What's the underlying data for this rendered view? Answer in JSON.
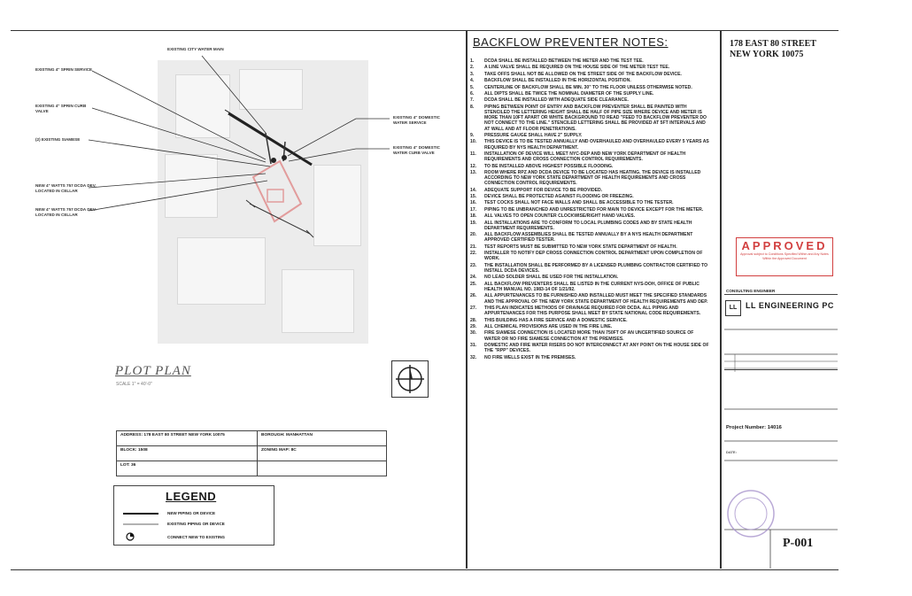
{
  "plot_plan": {
    "title": "PLOT PLAN",
    "scale": "SCALE 1\" = 40'-0\"",
    "callouts": {
      "city_water_main": "EXISTING CITY WATER MAIN",
      "sprinkler_service": "EXISTING 4\" SPRIN SERVICE",
      "sprinkler_curb_valve": "EXISTING 4\" SPRIN CURB VALVE",
      "siamese": "(2) EXISTING SIAMESE",
      "new_watts_1": "NEW 4\" WATTS 757 DCDA DEV. LOCATED IN CELLAR",
      "new_watts_2": "NEW 4\" WATTS 757 DCDA DEV. LOCATED IN CELLAR",
      "domestic_service": "EXISTING 4\" DOMESTIC WATER SERVICE",
      "domestic_curb_valve": "EXISTING 4\" DOMESTIC WATER CURB VALVE"
    }
  },
  "address_table": {
    "address_label": "ADDRESS:",
    "address_value": "178 EAST 80 STREET NEW YORK 10075",
    "borough": "BOROUGH: MANHATTAN",
    "block": "BLOCK: 1508",
    "zoning": "ZONING MAP: 8C",
    "lot": "LOT: 36"
  },
  "legend": {
    "title": "LEGEND",
    "items": [
      "NEW PIPING OR DEVICE",
      "EXISTING PIPING OR DEVICE",
      "CONNECT NEW TO EXISTING"
    ]
  },
  "notes": {
    "title": "BACKFLOW PREVENTER NOTES:",
    "items": [
      {
        "num": "1.",
        "text": "DCDA SHALL BE INSTALLED BETWEEN THE METER AND THE TEST TEE."
      },
      {
        "num": "2.",
        "text": "A LINE VALVE SHALL BE REQUIRED ON THE HOUSE SIDE OF THE METER TEST TEE."
      },
      {
        "num": "3.",
        "text": "TAKE OFFS SHALL NOT BE ALLOWED ON THE STREET SIDE OF THE BACKFLOW DEVICE."
      },
      {
        "num": "4.",
        "text": "BACKFLOW SHALL BE INSTALLED IN THE HORIZONTAL POSITION."
      },
      {
        "num": "5.",
        "text": "CENTERLINE OF BACKFLOW SHALL BE MIN. 30\" TO THE FLOOR UNLESS OTHERWISE NOTED."
      },
      {
        "num": "6.",
        "text": "ALL DIPTS SHALL BE TWICE THE NOMINAL DIAMETER OF THE SUPPLY LINE."
      },
      {
        "num": "7.",
        "text": "DCDA SHALL BE INSTALLED WITH ADEQUATE SIDE CLEARANCE."
      },
      {
        "num": "8.",
        "text": "PIPING BETWEEN POINT OF ENTRY AND BACKFLOW PREVENTER SHALL BE PAINTED WITH STENCILED THE LETTERING HEIGHT SHALL BE HALF OF PIPE SIZE WHERE DEVICE AND METER IS MORE THAN 10FT APART OR WHITE BACKGROUND TO READ \"FEED TO BACKFLOW PREVENTER DO NOT CONNECT TO THE LINE.\" STENCILED LETTERING SHALL BE PROVIDED AT 5FT INTERVALS AND AT WALL AND AT FLOOR PENETRATIONS."
      },
      {
        "num": "9.",
        "text": "PRESSURE GAUGE SHALL HAVE 2\" SUPPLY."
      },
      {
        "num": "10.",
        "text": "THIS DEVICE IS TO BE TESTED ANNUALLY AND OVERHAULED AND OVERHAULED EVERY 5 YEARS AS REQUIRED BY NYS HEALTH DEPARTMENT."
      },
      {
        "num": "11.",
        "text": "INSTALLATION OF DEVICE WILL MEET NYC-DEP AND NEW YORK DEPARTMENT OF HEALTH REQUIREMENTS AND CROSS CONNECTION CONTROL REQUIREMENTS."
      },
      {
        "num": "12.",
        "text": "TO BE INSTALLED ABOVE HIGHEST POSSIBLE FLOODING."
      },
      {
        "num": "13.",
        "text": "ROOM WHERE RPZ AND DCDA DEVICE TO BE LOCATED HAS HEATING. THE DEVICE IS INSTALLED ACCORDING TO NEW YORK STATE DEPARTMENT OF HEALTH REQUIREMENTS AND CROSS CONNECTION CONTROL REQUIREMENTS."
      },
      {
        "num": "14.",
        "text": "ADEQUATE SUPPORT FOR DEVICE TO BE PROVIDED."
      },
      {
        "num": "15.",
        "text": "DEVICE SHALL BE PROTECTED AGAINST FLOODING OR FREEZING."
      },
      {
        "num": "16.",
        "text": "TEST COCKS SHALL NOT FACE WALLS AND SHALL BE ACCESSIBLE TO THE TESTER."
      },
      {
        "num": "17.",
        "text": "PIPING TO BE UNBRANCHED AND UNRESTRICTED FOR MAIN TO DEVICE EXCEPT FOR THE METER."
      },
      {
        "num": "18.",
        "text": "ALL VALVES TO OPEN COUNTER CLOCKWISE/RIGHT HAND VALVES."
      },
      {
        "num": "19.",
        "text": "ALL INSTALLATIONS ARE TO CONFORM TO LOCAL PLUMBING CODES AND BY STATE HEALTH DEPARTMENT REQUIREMENTS."
      },
      {
        "num": "20.",
        "text": "ALL BACKFLOW ASSEMBLIES SHALL BE TESTED ANNUALLY BY A NYS HEALTH DEPARTMENT APPROVED CERTIFIED TESTER."
      },
      {
        "num": "21.",
        "text": "TEST REPORTS MUST BE SUBMITTED TO NEW YORK STATE DEPARTMENT OF HEALTH."
      },
      {
        "num": "22.",
        "text": "INSTALLER TO NOTIFY DEP CROSS CONNECTION CONTROL DEPARTMENT UPON COMPLETION OF WORK."
      },
      {
        "num": "23.",
        "text": "THE INSTALLATION SHALL BE PERFORMED BY A LICENSED PLUMBING CONTRACTOR CERTIFIED TO INSTALL DCDA DEVICES."
      },
      {
        "num": "24.",
        "text": "NO LEAD SOLDER SHALL BE USED FOR THE INSTALLATION."
      },
      {
        "num": "25.",
        "text": "ALL BACKFLOW PREVENTERS SHALL BE LISTED IN THE CURRENT NYS-DOH, OFFICE OF PUBLIC HEALTH MANUAL No. 1983-14 OF 1/21/92."
      },
      {
        "num": "26.",
        "text": "ALL APPURTENANCES TO BE FURNISHED AND INSTALLED MUST MEET THE SPECIFIED STANDARDS AND THE APPROVAL OF THE NEW YORK STATE DEPARTMENT OF HEALTH REQUIREMENTS AND DEP."
      },
      {
        "num": "27.",
        "text": "THIS PLAN INDICATES METHODS OF DRAINAGE REQUIRED FOR DCDA. ALL PIPING AND APPURTENANCES FOR THIS PURPOSE SHALL MEET BY STATE NATIONAL CODE REQUIREMENTS."
      },
      {
        "num": "28.",
        "text": "THIS BUILDING HAS A FIRE SERVICE AND A DOMESTIC SERVICE."
      },
      {
        "num": "29.",
        "text": "ALL CHEMICAL PROVISIONS ARE USED IN THE FIRE LINE."
      },
      {
        "num": "30.",
        "text": "FIRE SIAMESE CONNECTION IS LOCATED MORE THAN 750FT OF AN UNCERTIFIED SOURCE OF WATER OR NO FIRE SIAMESE CONNECTION AT THE PREMISES."
      },
      {
        "num": "31.",
        "text": "DOMESTIC AND FIRE WATER RISERS DO NOT INTERCONNECT AT ANY POINT ON THE HOUSE SIDE OF THE \"RPP\" DEVICES."
      },
      {
        "num": "32.",
        "text": "NO FIRE WELLS EXIST IN THE PREMISES."
      }
    ]
  },
  "title_block": {
    "address_line1": "178 EAST 80 STREET",
    "address_line2": "NEW YORK 10075",
    "approved": "APPROVED",
    "approved_sub": "Approval subject to Conditions Specified Within and Any Notes Within the Approved Document",
    "consulting_label": "CONSULTING ENGINEER",
    "engineer_name": "LL ENGINEERING PC",
    "engineer_logo": "LL",
    "project_number": "Project Number: 14016",
    "date_label": "Date:",
    "sheet_number": "P-001"
  }
}
